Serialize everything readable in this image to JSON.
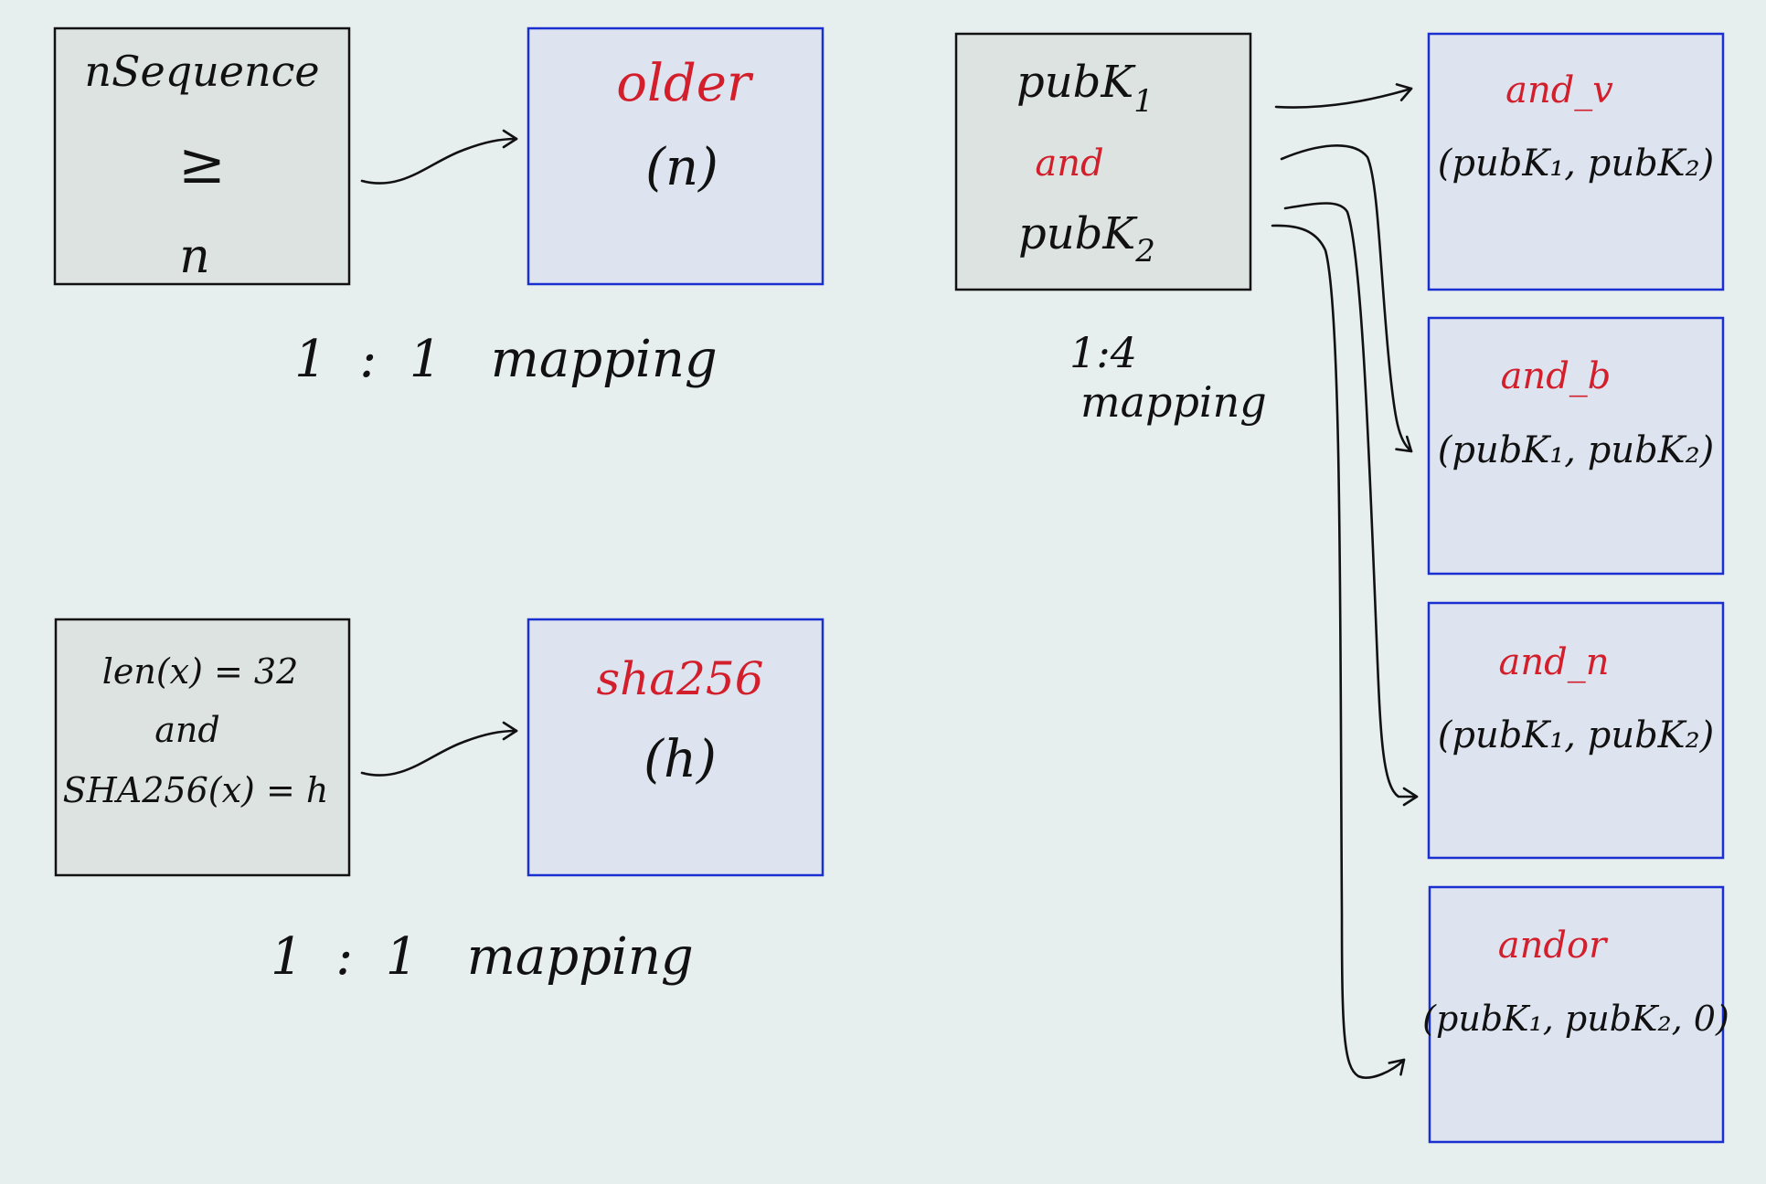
{
  "timelock": {
    "source_lines": [
      "nSequence",
      "≥",
      "n"
    ],
    "target_name": "older",
    "target_arg": "(n)",
    "mapping": "1  :  1   mapping"
  },
  "hash": {
    "source_lines": [
      "len(x) = 32",
      "and",
      "SHA256(x) = h"
    ],
    "target_name": "sha256",
    "target_arg": "(h)",
    "mapping": "1  :  1   mapping"
  },
  "and_group": {
    "source": {
      "key1": "pubK",
      "key1_sub": "1",
      "op": "and",
      "key2": "pubK",
      "key2_sub": "2"
    },
    "mapping_ratio": "1:4",
    "mapping_word": "mapping",
    "targets": [
      {
        "name": "and_v",
        "args": "(pubK₁, pubK₂)"
      },
      {
        "name": "and_b",
        "args": "(pubK₁, pubK₂)"
      },
      {
        "name": "and_n",
        "args": "(pubK₁, pubK₂)"
      },
      {
        "name": "andor",
        "args": "(pubK₁, pubK₂, 0)"
      }
    ]
  },
  "colors": {
    "ink": "#111111",
    "red": "#d21f2b",
    "blue_border": "#1a2fd0",
    "gray_fill": "#dce3e1",
    "blue_fill": "#dde4f0",
    "background": "#e7efee"
  }
}
